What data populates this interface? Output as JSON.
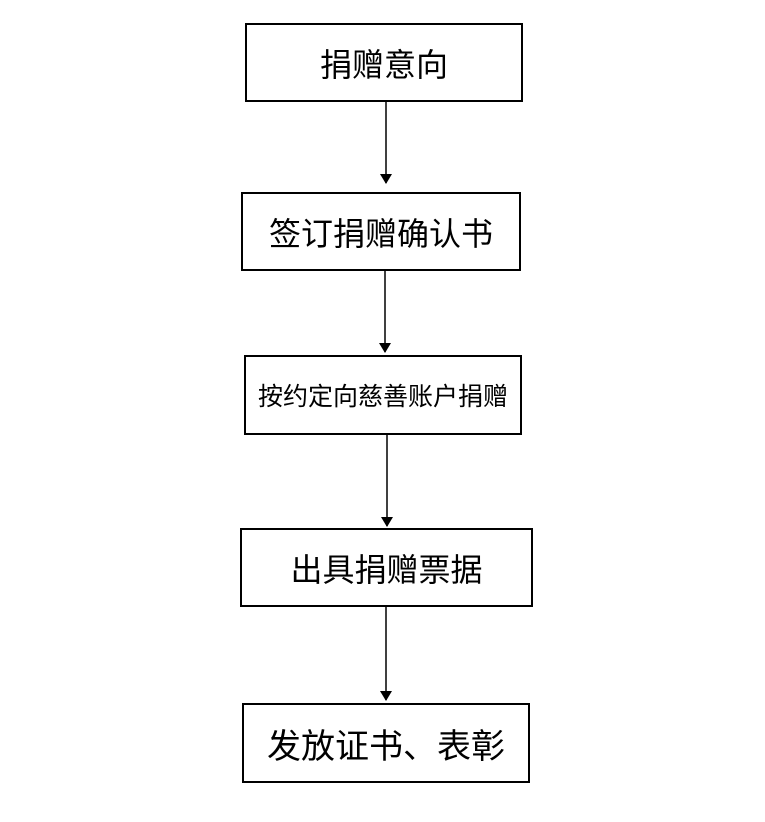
{
  "steps": [
    {
      "label": "捐赠意向"
    },
    {
      "label": "签订捐赠确认书"
    },
    {
      "label": "按约定向慈善账户捐赠"
    },
    {
      "label": "出具捐赠票据"
    },
    {
      "label": "发放证书、表彰"
    }
  ],
  "colors": {
    "line": "#000000",
    "box_border": "#000000",
    "background": "#ffffff"
  }
}
